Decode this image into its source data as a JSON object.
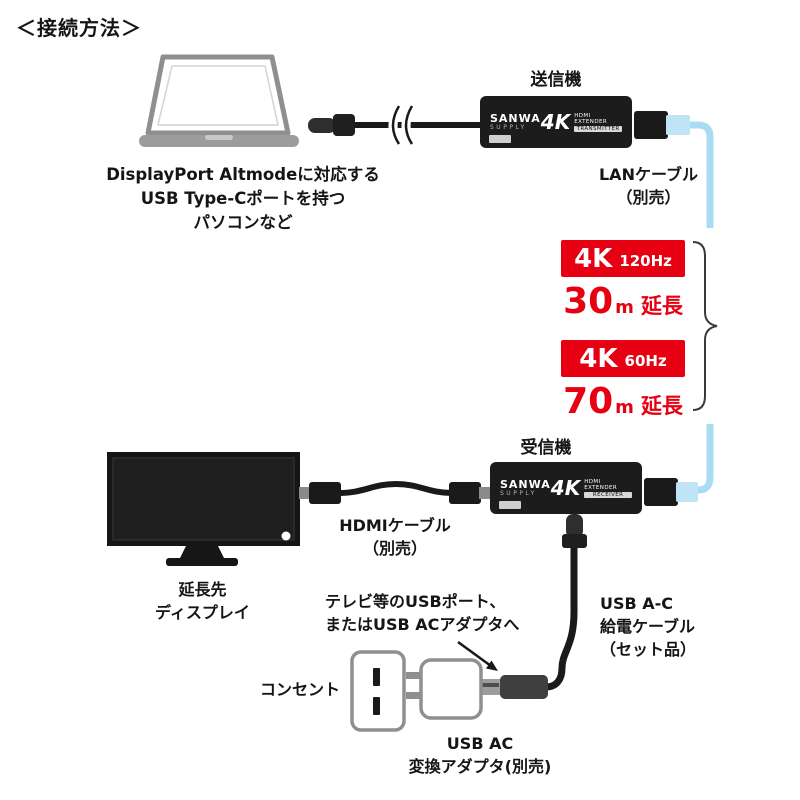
{
  "page": {
    "title": "＜接続方法＞"
  },
  "colors": {
    "accent_red": "#e60012",
    "lan_cable_blue": "#a8dcf2",
    "device_black": "#1c1c1c"
  },
  "laptop": {
    "caption": [
      "DisplayPort Altmodeに対応する",
      "USB Type-Cポートを持つ",
      "パソコンなど"
    ]
  },
  "transmitter": {
    "label": "送信機",
    "brand_top": "SANWA",
    "brand_bottom": "SUPPLY",
    "fourk": "4K",
    "model_top": "HDMI EXTENDER",
    "model_bottom": "TRANSMITTER"
  },
  "receiver": {
    "label": "受信機",
    "brand_top": "SANWA",
    "brand_bottom": "SUPPLY",
    "fourk": "4K",
    "model_top": "HDMI EXTENDER",
    "model_bottom": "RECEIVER"
  },
  "lan_cable": {
    "label": "LANケーブル",
    "note": "（別売）"
  },
  "specs": {
    "items": [
      {
        "resolution": "4K",
        "refresh": "120Hz",
        "distance": "30",
        "unit": "m",
        "suffix": "延長"
      },
      {
        "resolution": "4K",
        "refresh": "60Hz",
        "distance": "70",
        "unit": "m",
        "suffix": "延長"
      }
    ]
  },
  "display": {
    "label_line1": "延長先",
    "label_line2": "ディスプレイ"
  },
  "hdmi_cable": {
    "label": "HDMIケーブル",
    "note": "（別売）"
  },
  "usb_note": {
    "line1": "テレビ等のUSBポート、",
    "line2": "またはUSB ACアダプタへ"
  },
  "power_cable": {
    "line1": "USB A-C",
    "line2": "給電ケーブル",
    "line3": "（セット品）"
  },
  "outlet": {
    "label": "コンセント"
  },
  "adapter": {
    "line1": "USB AC",
    "line2": "変換アダプタ(別売)"
  }
}
